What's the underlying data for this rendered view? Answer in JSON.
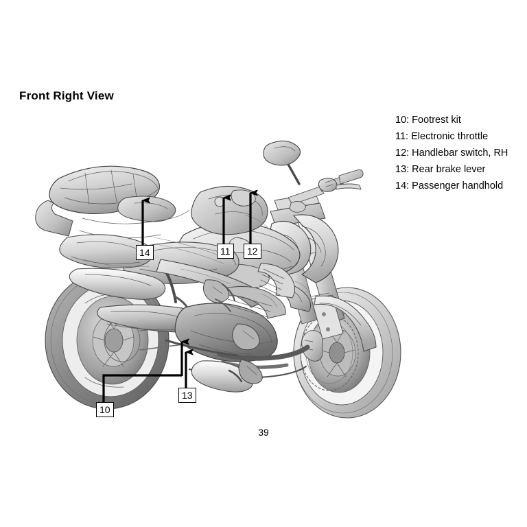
{
  "document": {
    "section_title": "Front Right View",
    "page_number": "39"
  },
  "legend": {
    "items": [
      {
        "number": "10",
        "label": "10: Footrest kit"
      },
      {
        "number": "11",
        "label": "11: Electronic throttle"
      },
      {
        "number": "12",
        "label": "12: Handlebar switch, RH"
      },
      {
        "number": "13",
        "label": "13: Rear brake lever"
      },
      {
        "number": "14",
        "label": "14: Passenger handhold"
      }
    ]
  },
  "illustration": {
    "subject": "motorcycle-front-right-view",
    "callouts": [
      {
        "id": "10",
        "text": "10"
      },
      {
        "id": "11",
        "text": "11"
      },
      {
        "id": "12",
        "text": "12"
      },
      {
        "id": "13",
        "text": "13"
      },
      {
        "id": "14",
        "text": "14"
      }
    ]
  },
  "colors": {
    "ink": "#000000",
    "paper": "#ffffff",
    "line_dark": "#4a4a4a",
    "line_mid": "#8d8d8d",
    "fill_light": "#e9e9e9",
    "fill_mid": "#c8c8c8",
    "fill_dark": "#9a9a9a",
    "tire_dark": "#6e6e6e"
  }
}
